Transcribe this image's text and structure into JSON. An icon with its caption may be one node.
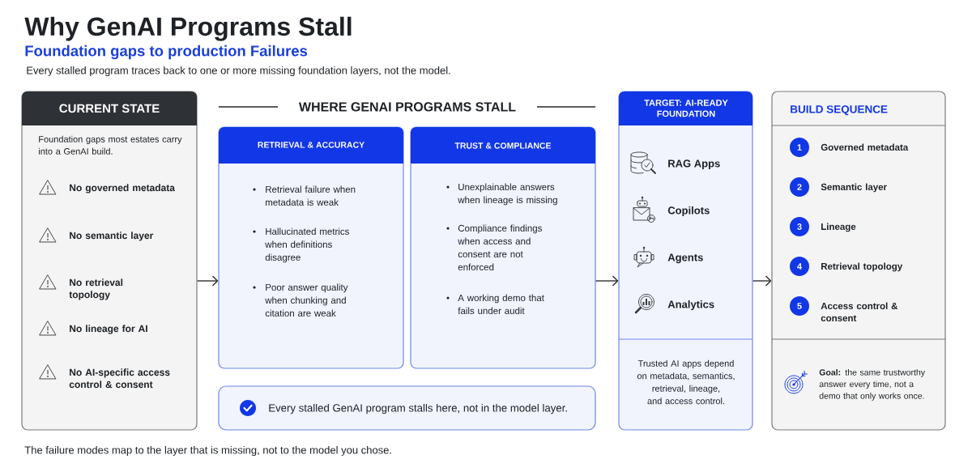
{
  "diagram": {
    "title": "Why GenAI Programs Stall",
    "caption": "The failure modes map to the layer that is missing, not to the model you chose.",
    "nodes": [
      {
        "text": [
          "CURRENT STATE",
          "Foundation gaps most estates carry into a GenAI build.",
          "No governed metadata",
          "No semantic layer",
          "No retrieval topology",
          "No lineage for AI",
          "No AI-specific access control & consent"
        ]
      },
      {
        "text": [
          "RETRIEVAL & ACCURACY",
          "Retrieval failure when metadata is weak",
          "Hallucinated metrics when definitions disagree",
          "Poor answer quality when chunking and citation are weak"
        ]
      },
      {
        "text": [
          "TRUST & COMPLIANCE",
          "Unexplainable answers when lineage is missing",
          "Compliance findings when access and consent are not enforced",
          "A working demo that fails under audit"
        ]
      },
      {
        "text": [
          "Every stalled GenAI program stalls here, not in the model layer."
        ]
      },
      {
        "text": [
          "TARGET: AI-READY FOUNDATION",
          "RAG Apps",
          "Copilots",
          "Agents",
          "Analytics",
          "Trusted AI apps depend on metadata, semantics, retrieval, lineage, and access control."
        ]
      },
      {
        "text": [
          "BUILD SEQUENCE",
          "**Goal:** the same trustworthy answer every time, not a demo that only works once."
        ]
      },
      {
        "text": [
          "1"
        ],
        "beside": [
          "Governed metadata"
        ],
        "in": 5
      },
      {
        "text": [
          "2"
        ],
        "beside": [
          "Semantic layer"
        ],
        "in": 5
      },
      {
        "text": [
          "3"
        ],
        "beside": [
          "Lineage"
        ],
        "in": 5
      },
      {
        "text": [
          "4"
        ],
        "beside": [
          "Retrieval topology"
        ],
        "in": 5
      },
      {
        "text": [
          "5"
        ],
        "beside": [
          "Access control & consent"
        ],
        "in": 5
      }
    ],
    "edges": [
      {
        "from": 0,
        "to": 1,
        "arrow": "to"
      },
      {
        "from": 2,
        "to": 4,
        "arrow": "to"
      },
      {
        "from": 4,
        "to": 5,
        "arrow": "to"
      }
    ],
    "labels": [
      "Foundation gaps to production Failures",
      "Every stalled program traces back to one or more missing foundation layers, not the model.",
      "WHERE GENAI PROGRAMS STALL"
    ]
  }
}
